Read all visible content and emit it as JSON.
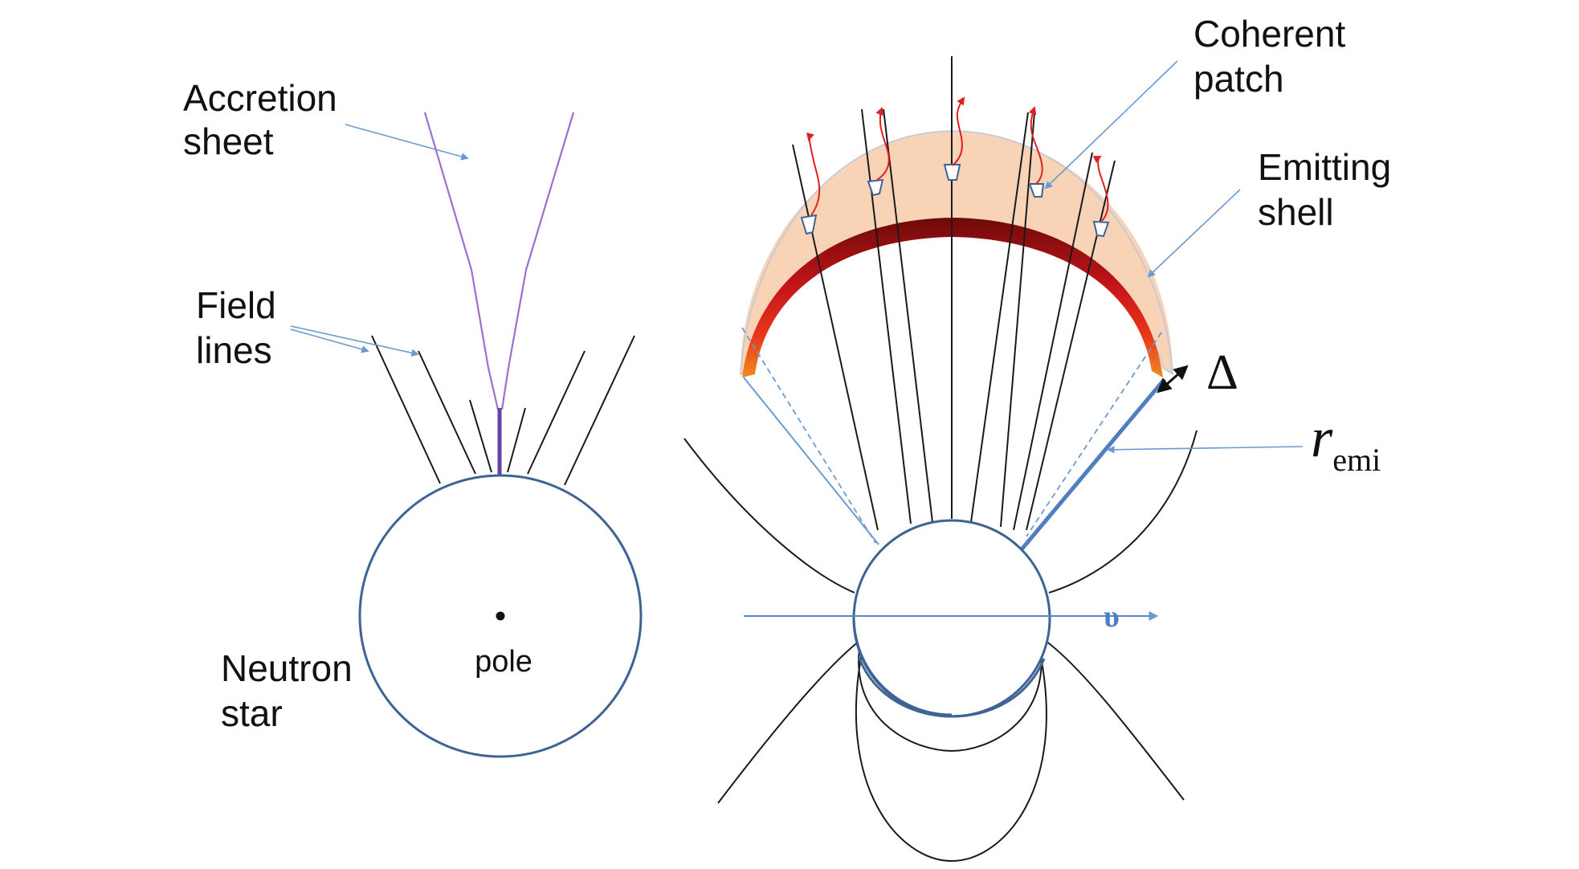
{
  "labels": {
    "accretion_sheet": [
      "Accretion",
      "sheet"
    ],
    "field_lines": [
      "Field",
      "lines"
    ],
    "neutron_star": [
      "Neutron",
      "star"
    ],
    "pole": "pole",
    "coherent_patch": [
      "Coherent",
      "patch"
    ],
    "emitting_shell": [
      "Emitting",
      "shell"
    ],
    "delta": "Δ",
    "r_emi_main": "r",
    "r_emi_sub": "emi",
    "rotation_symbol": "υ"
  },
  "colors": {
    "star_outline": "#3f6394",
    "field_line": "#1a1a1a",
    "accretion_sheet": "#9b6fcf",
    "accretion_column": "#6b3fa8",
    "shell_fill": "#f8d3b6",
    "emission_band_inner": "#6e0a0a",
    "emission_band_outer": "#f08a20",
    "radio_rays": "#e02020",
    "pointer_lines": "#6a9ad0",
    "radius_line": "#4f7fc0"
  },
  "icons": {
    "rotation_arrow": "rotation-arrow-icon",
    "double_arrow": "double-headed-arrow-icon"
  }
}
